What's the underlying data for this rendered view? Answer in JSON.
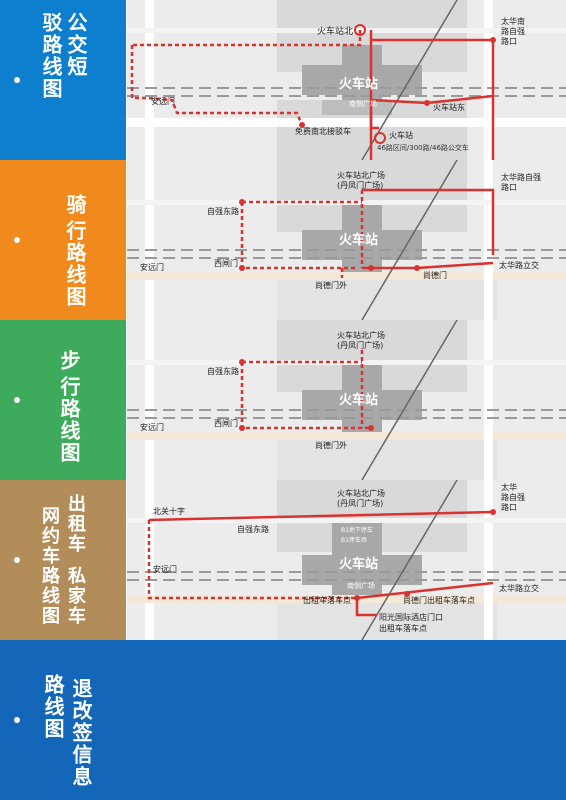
{
  "sections": [
    {
      "title_lines": [
        "公交短",
        "驳路线图"
      ],
      "color": "#0e7ecf",
      "labels": {
        "station_north": "火车站北",
        "taihua_line1": "太华南",
        "taihua_line2": "路自强",
        "taihua_line3": "路口",
        "station_big": "火车站",
        "plaza_label": "南侧广场",
        "station_east": "火车站东",
        "anyuanmen": "安远门",
        "free_shuttle": "免费南北接驳车",
        "station_stop": "火车站",
        "bus_routes": "46路区间/300路/46路公交车"
      }
    },
    {
      "title_lines": [
        "骑",
        "行路线图"
      ],
      "color": "#f08a1c",
      "labels": {
        "north_plaza1": "火车站北广场",
        "north_plaza2": "(丹凤门广场)",
        "taihua_line1": "太华路自强",
        "taihua_line2": "路口",
        "ziqiang_east": "自强东路",
        "station_big": "火车站",
        "xizha": "西闸门",
        "anyuanmen": "安远门",
        "shangqin": "尚德门",
        "shangqin_lu": "尚德门外",
        "taihua_interchange": "太华路立交"
      }
    },
    {
      "title_lines": [
        "步",
        "行路线图"
      ],
      "color": "#3eaa5b",
      "labels": {
        "north_plaza1": "火车站北广场",
        "north_plaza2": "(丹凤门广场)",
        "ziqiang_east": "自强东路",
        "station_big": "火车站",
        "xizha": "西闸门",
        "anyuanmen": "安远门",
        "shangqin_lu": "尚德门外"
      }
    },
    {
      "title_lines": [
        "出租车",
        "私家车",
        "网约车路线图"
      ],
      "color": "#b28d5a",
      "labels": {
        "north_plaza1": "火车站北广场",
        "north_plaza2": "(丹凤门广场)",
        "taihua_line1": "太华",
        "taihua_line2": "路自强",
        "taihua_line3": "路口",
        "beiguan": "北关十字",
        "ziqiang_east": "自强东路",
        "parking1": "B1地下停车",
        "parking2": "B1停车场",
        "station_big": "火车站",
        "plaza_label": "南侧广场",
        "anyuanmen": "安远门",
        "taxi_point": "出租车落车点",
        "shangqin_taxi": "尚德门出租车落车点",
        "taihua_interchange": "太华路立交",
        "hotel_line1": "阳光国际酒店门口",
        "hotel_line2": "出租车落车点"
      }
    }
  ],
  "bottom": {
    "title_lines": [
      "路线图",
      "退改签信息"
    ],
    "color": "#1466b8"
  },
  "colors": {
    "route_red": "#d9332f",
    "road_white": "#ffffff",
    "rail_gray": "#9a9a9a",
    "block_gray": "#c8c8c8",
    "station_gray": "#a8a8a8"
  }
}
